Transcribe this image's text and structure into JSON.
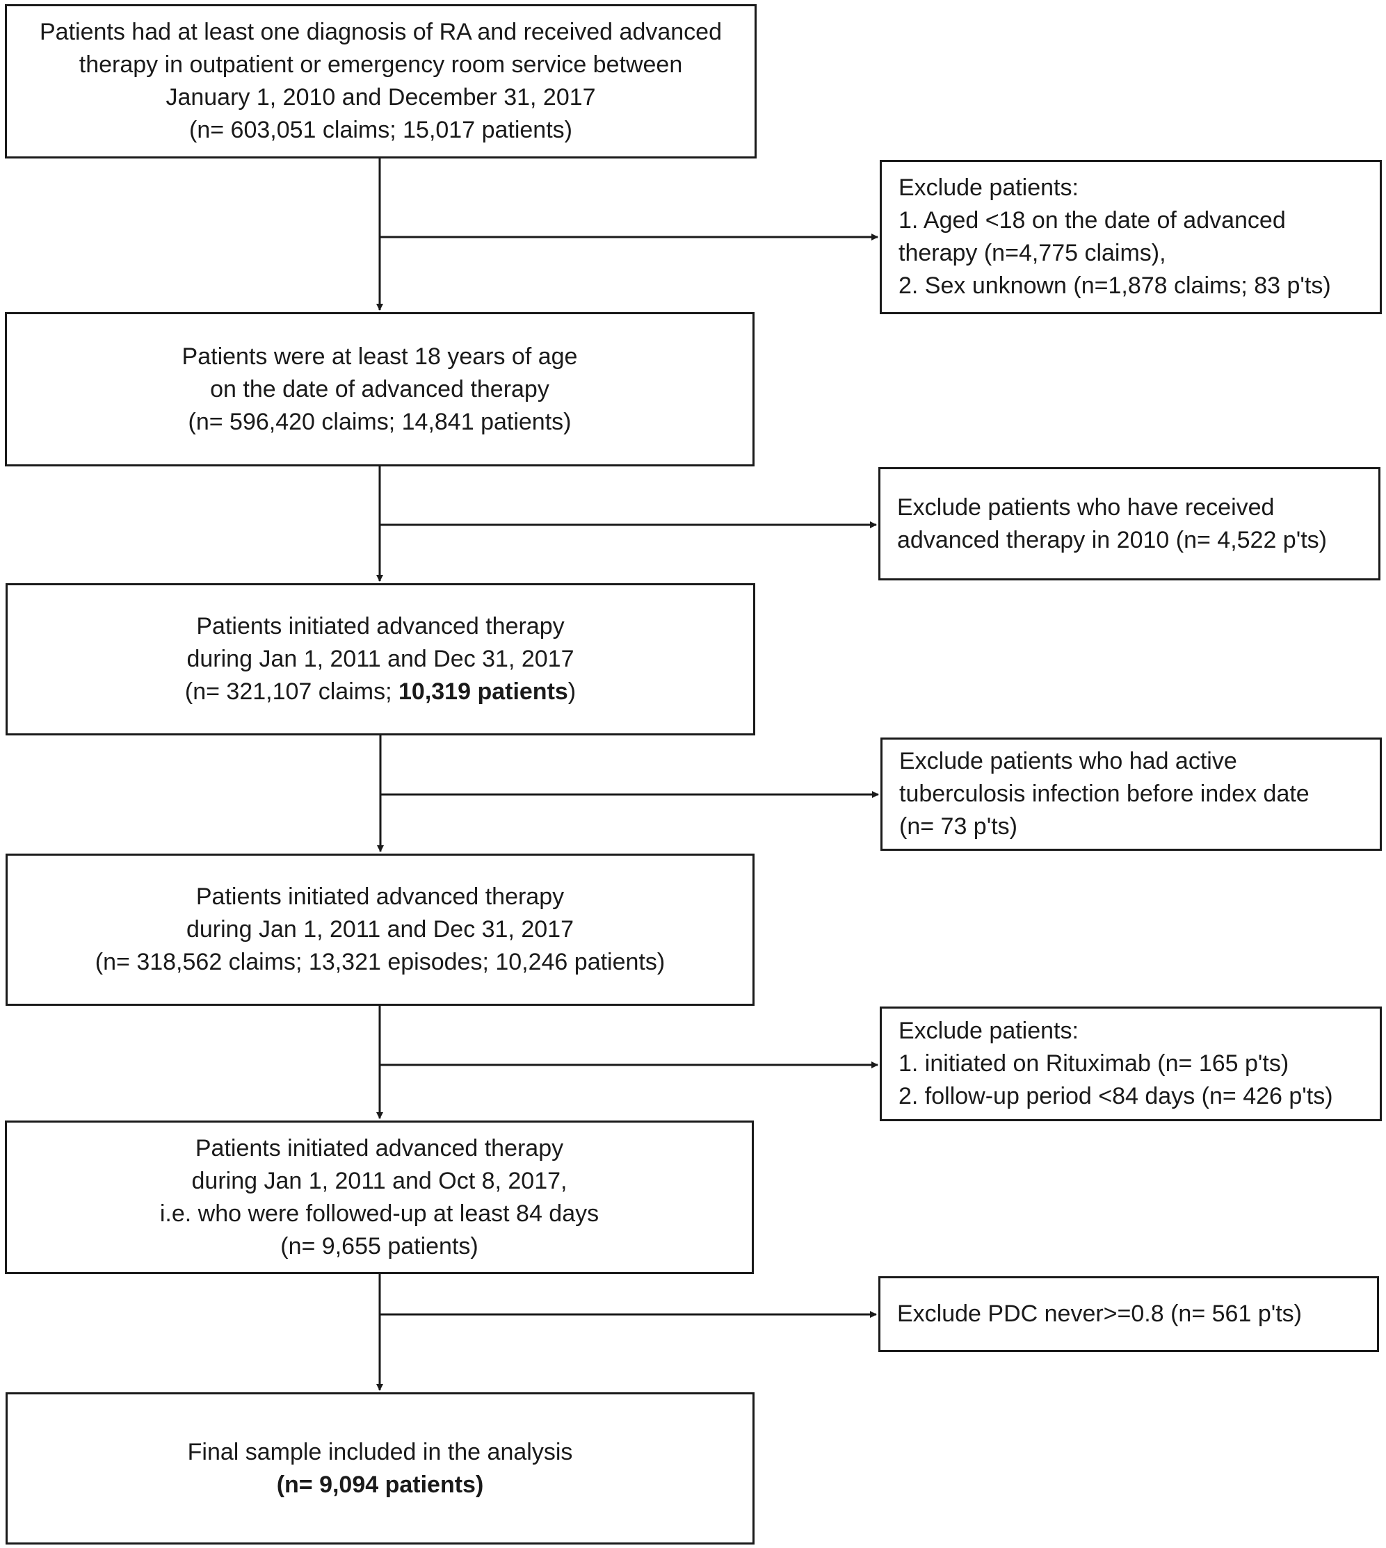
{
  "main_boxes": [
    {
      "id": "initial",
      "lines": [
        [
          {
            "t": "Patients had at least one diagnosis of RA and received advanced"
          }
        ],
        [
          {
            "t": "therapy in outpatient or emergency room service between"
          }
        ],
        [
          {
            "t": "January 1, 2010 and December 31, 2017"
          }
        ],
        [
          {
            "t": "(n= 603,051 claims;  15,017 patients)"
          }
        ]
      ]
    },
    {
      "id": "age18",
      "lines": [
        [
          {
            "t": "Patients were at least 18 years of age"
          }
        ],
        [
          {
            "t": "on the date of advanced therapy"
          }
        ],
        [
          {
            "t": "(n= 596,420 claims; 14,841 patients)"
          }
        ]
      ]
    },
    {
      "id": "initiated-2011",
      "lines": [
        [
          {
            "t": "Patients initiated advanced therapy"
          }
        ],
        [
          {
            "t": "during Jan 1, 2011 and Dec 31, 2017"
          }
        ],
        [
          {
            "t": "(n= 321,107 claims; "
          },
          {
            "t": "10,319 patients",
            "b": true
          },
          {
            "t": ")"
          }
        ]
      ]
    },
    {
      "id": "initiated-episodes",
      "lines": [
        [
          {
            "t": "Patients initiated advanced therapy"
          }
        ],
        [
          {
            "t": "during Jan 1, 2011 and Dec 31, 2017"
          }
        ],
        [
          {
            "t": "(n= 318,562 claims; 13,321 episodes; 10,246 patients)"
          }
        ]
      ]
    },
    {
      "id": "followed-up",
      "lines": [
        [
          {
            "t": "Patients initiated advanced therapy"
          }
        ],
        [
          {
            "t": "during Jan 1, 2011 and Oct 8, 2017,"
          }
        ],
        [
          {
            "t": "i.e. who were followed-up at least 84 days"
          }
        ],
        [
          {
            "t": "(n= 9,655 patients)"
          }
        ]
      ]
    },
    {
      "id": "final",
      "lines": [
        [
          {
            "t": "Final sample included in the analysis"
          }
        ],
        [
          {
            "t": "(n= 9,094 patients)",
            "b": true
          }
        ]
      ]
    }
  ],
  "exclusion_boxes": [
    {
      "id": "exclude-age-sex",
      "lines": [
        [
          {
            "t": "Exclude patients:"
          }
        ],
        [
          {
            "t": "1. Aged <18 on the date of advanced"
          }
        ],
        [
          {
            "t": "therapy (n=4,775 claims),"
          }
        ],
        [
          {
            "t": "2. Sex unknown (n=1,878 claims; 83 p'ts)"
          }
        ]
      ]
    },
    {
      "id": "exclude-2010",
      "lines": [
        [
          {
            "t": "Exclude patients who have received"
          }
        ],
        [
          {
            "t": "advanced therapy in 2010 (n= 4,522 p'ts)"
          }
        ]
      ]
    },
    {
      "id": "exclude-tb",
      "lines": [
        [
          {
            "t": "Exclude patients who had active"
          }
        ],
        [
          {
            "t": "tuberculosis infection before index date"
          }
        ],
        [
          {
            "t": "(n= 73 p'ts)"
          }
        ]
      ]
    },
    {
      "id": "exclude-rituximab-followup",
      "lines": [
        [
          {
            "t": "Exclude patients:"
          }
        ],
        [
          {
            "t": "1. initiated on Rituximab (n= 165 p'ts)"
          }
        ],
        [
          {
            "t": "2. follow-up period <84 days (n= 426 p'ts)"
          }
        ]
      ]
    },
    {
      "id": "exclude-pdc",
      "lines": [
        [
          {
            "t": "Exclude PDC never>=0.8 (n= 561 p'ts)"
          }
        ]
      ]
    }
  ]
}
